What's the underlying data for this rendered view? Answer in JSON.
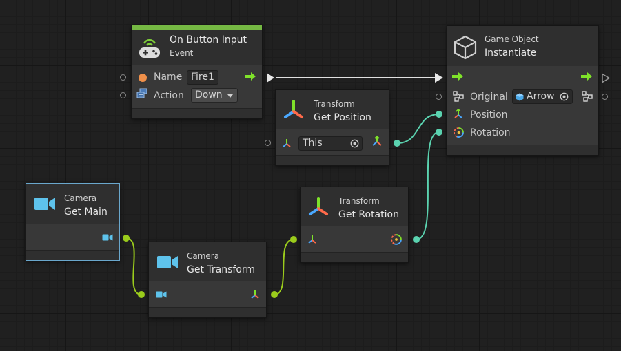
{
  "colors": {
    "canvas_bg": "#202020",
    "node_body": "#383838",
    "node_header": "#2f2f2f",
    "event_accent": "#75b843",
    "flow_arrow": "#7fe22a",
    "value_wire_teal": "#5bd3b0",
    "value_wire_green": "#9bcc1c",
    "selection_outline": "#6aa7cc"
  },
  "nodes": {
    "on_button_input": {
      "kind": "On Button Input",
      "subtitle": "Event",
      "name_label": "Name",
      "name_value": "Fire1",
      "action_label": "Action",
      "action_value": "Down",
      "icon": "gamepad-icon"
    },
    "instantiate": {
      "kind": "Game Object",
      "title": "Instantiate",
      "original_label": "Original",
      "original_value": "Arrow",
      "position_label": "Position",
      "rotation_label": "Rotation",
      "icon": "cube-icon"
    },
    "get_position": {
      "kind": "Transform",
      "title": "Get Position",
      "target_value": "This",
      "icon": "transform-icon"
    },
    "get_rotation": {
      "kind": "Transform",
      "title": "Get Rotation",
      "icon": "transform-icon"
    },
    "camera_main": {
      "kind": "Camera",
      "title": "Get Main",
      "icon": "camera-icon"
    },
    "camera_transform": {
      "kind": "Camera",
      "title": "Get Transform",
      "icon": "camera-icon"
    }
  }
}
